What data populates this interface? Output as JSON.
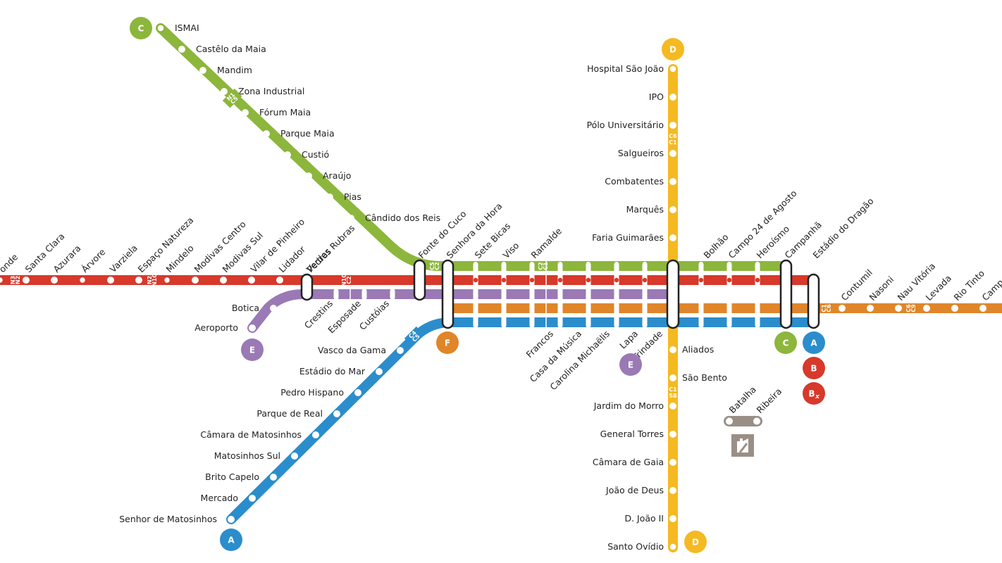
{
  "colors": {
    "line_a": "#2b8dcc",
    "line_b": "#d7392b",
    "line_c": "#8cb63c",
    "line_d": "#f5b921",
    "line_e": "#9a79b5",
    "line_f": "#e0852a",
    "funicular": "#9a8f86"
  },
  "line_badges": {
    "a": "A",
    "b": "B",
    "bx_main": "B",
    "bx_sub": "x",
    "c": "C",
    "d": "D",
    "e": "E",
    "f": "F"
  },
  "zones": {
    "n1_c5": [
      "N1",
      "C5"
    ],
    "n2_n10": [
      "N2",
      "N10"
    ],
    "n2": [
      "N2",
      "N3"
    ],
    "n10_c2": [
      "N10",
      "C2"
    ],
    "c4_c5": [
      "C4",
      "C5"
    ],
    "c5_c2": [
      "C5",
      "C2"
    ],
    "c2_c1": [
      "C2",
      "C1"
    ],
    "c6_c1": [
      "C6",
      "C1"
    ],
    "c1_s8": [
      "C1",
      "S8"
    ],
    "c1_c6": [
      "C1",
      "C6"
    ],
    "c6_c9": [
      "C6",
      "C9"
    ]
  },
  "stations": {
    "line_c_north": [
      "ISMAI",
      "Castêlo da Maia",
      "Mandim",
      "Zona Industrial",
      "Fórum Maia",
      "Parque Maia",
      "Custió",
      "Araújo",
      "Pias",
      "Cândido dos Reis"
    ],
    "line_d_north": [
      "Hospital São João",
      "IPO",
      "Pólo Universitário",
      "Salgueiros",
      "Combatentes",
      "Marquês",
      "Faria Guimarães"
    ],
    "line_d_south": [
      "Aliados",
      "São Bento",
      "Jardim do Morro",
      "General Torres",
      "Câmara de Gaia",
      "João de Deus",
      "D. João II",
      "Santo Ovídio"
    ],
    "line_a_west": [
      "Vasco da Gama",
      "Estádio do Mar",
      "Pedro Hispano",
      "Parque de Real",
      "Câmara de Matosinhos",
      "Matosinhos Sul",
      "Brito Capelo",
      "Mercado",
      "Senhor de Matosinhos"
    ],
    "line_e_airport": [
      "Botica",
      "Aeroporto"
    ],
    "trunk_west": [
      "onde",
      "Santa Clara",
      "Azurara",
      "Árvore",
      "Varziela",
      "Espaço Natureza",
      "Mindelo",
      "Modivas Centro",
      "Modivas Sul",
      "Vilar de Pinheiro",
      "Lidador",
      "Pedras Rubras",
      "Verdes"
    ],
    "trunk_west_lower": [
      "Crestins",
      "Esposade",
      "Custóias"
    ],
    "trunk_central_top": [
      "Fonte do Cuco",
      "Senhora da Hora",
      "Sete Bicas",
      "Viso",
      "Ramalde",
      "Bolhão",
      "Campo 24 de Agosto",
      "Heroísmo",
      "Campanhã",
      "Estádio do Dragão"
    ],
    "trunk_central_bottom": [
      "Francos",
      "Casa da Música",
      "Carolina Michaëlis",
      "Lapa",
      "Trindade"
    ],
    "line_f_east": [
      "Contumil",
      "Nasoni",
      "Nau Vitória",
      "Levada",
      "Rio Tinto",
      "Camp"
    ],
    "funicular": [
      "Batalha",
      "Ribeira"
    ]
  }
}
